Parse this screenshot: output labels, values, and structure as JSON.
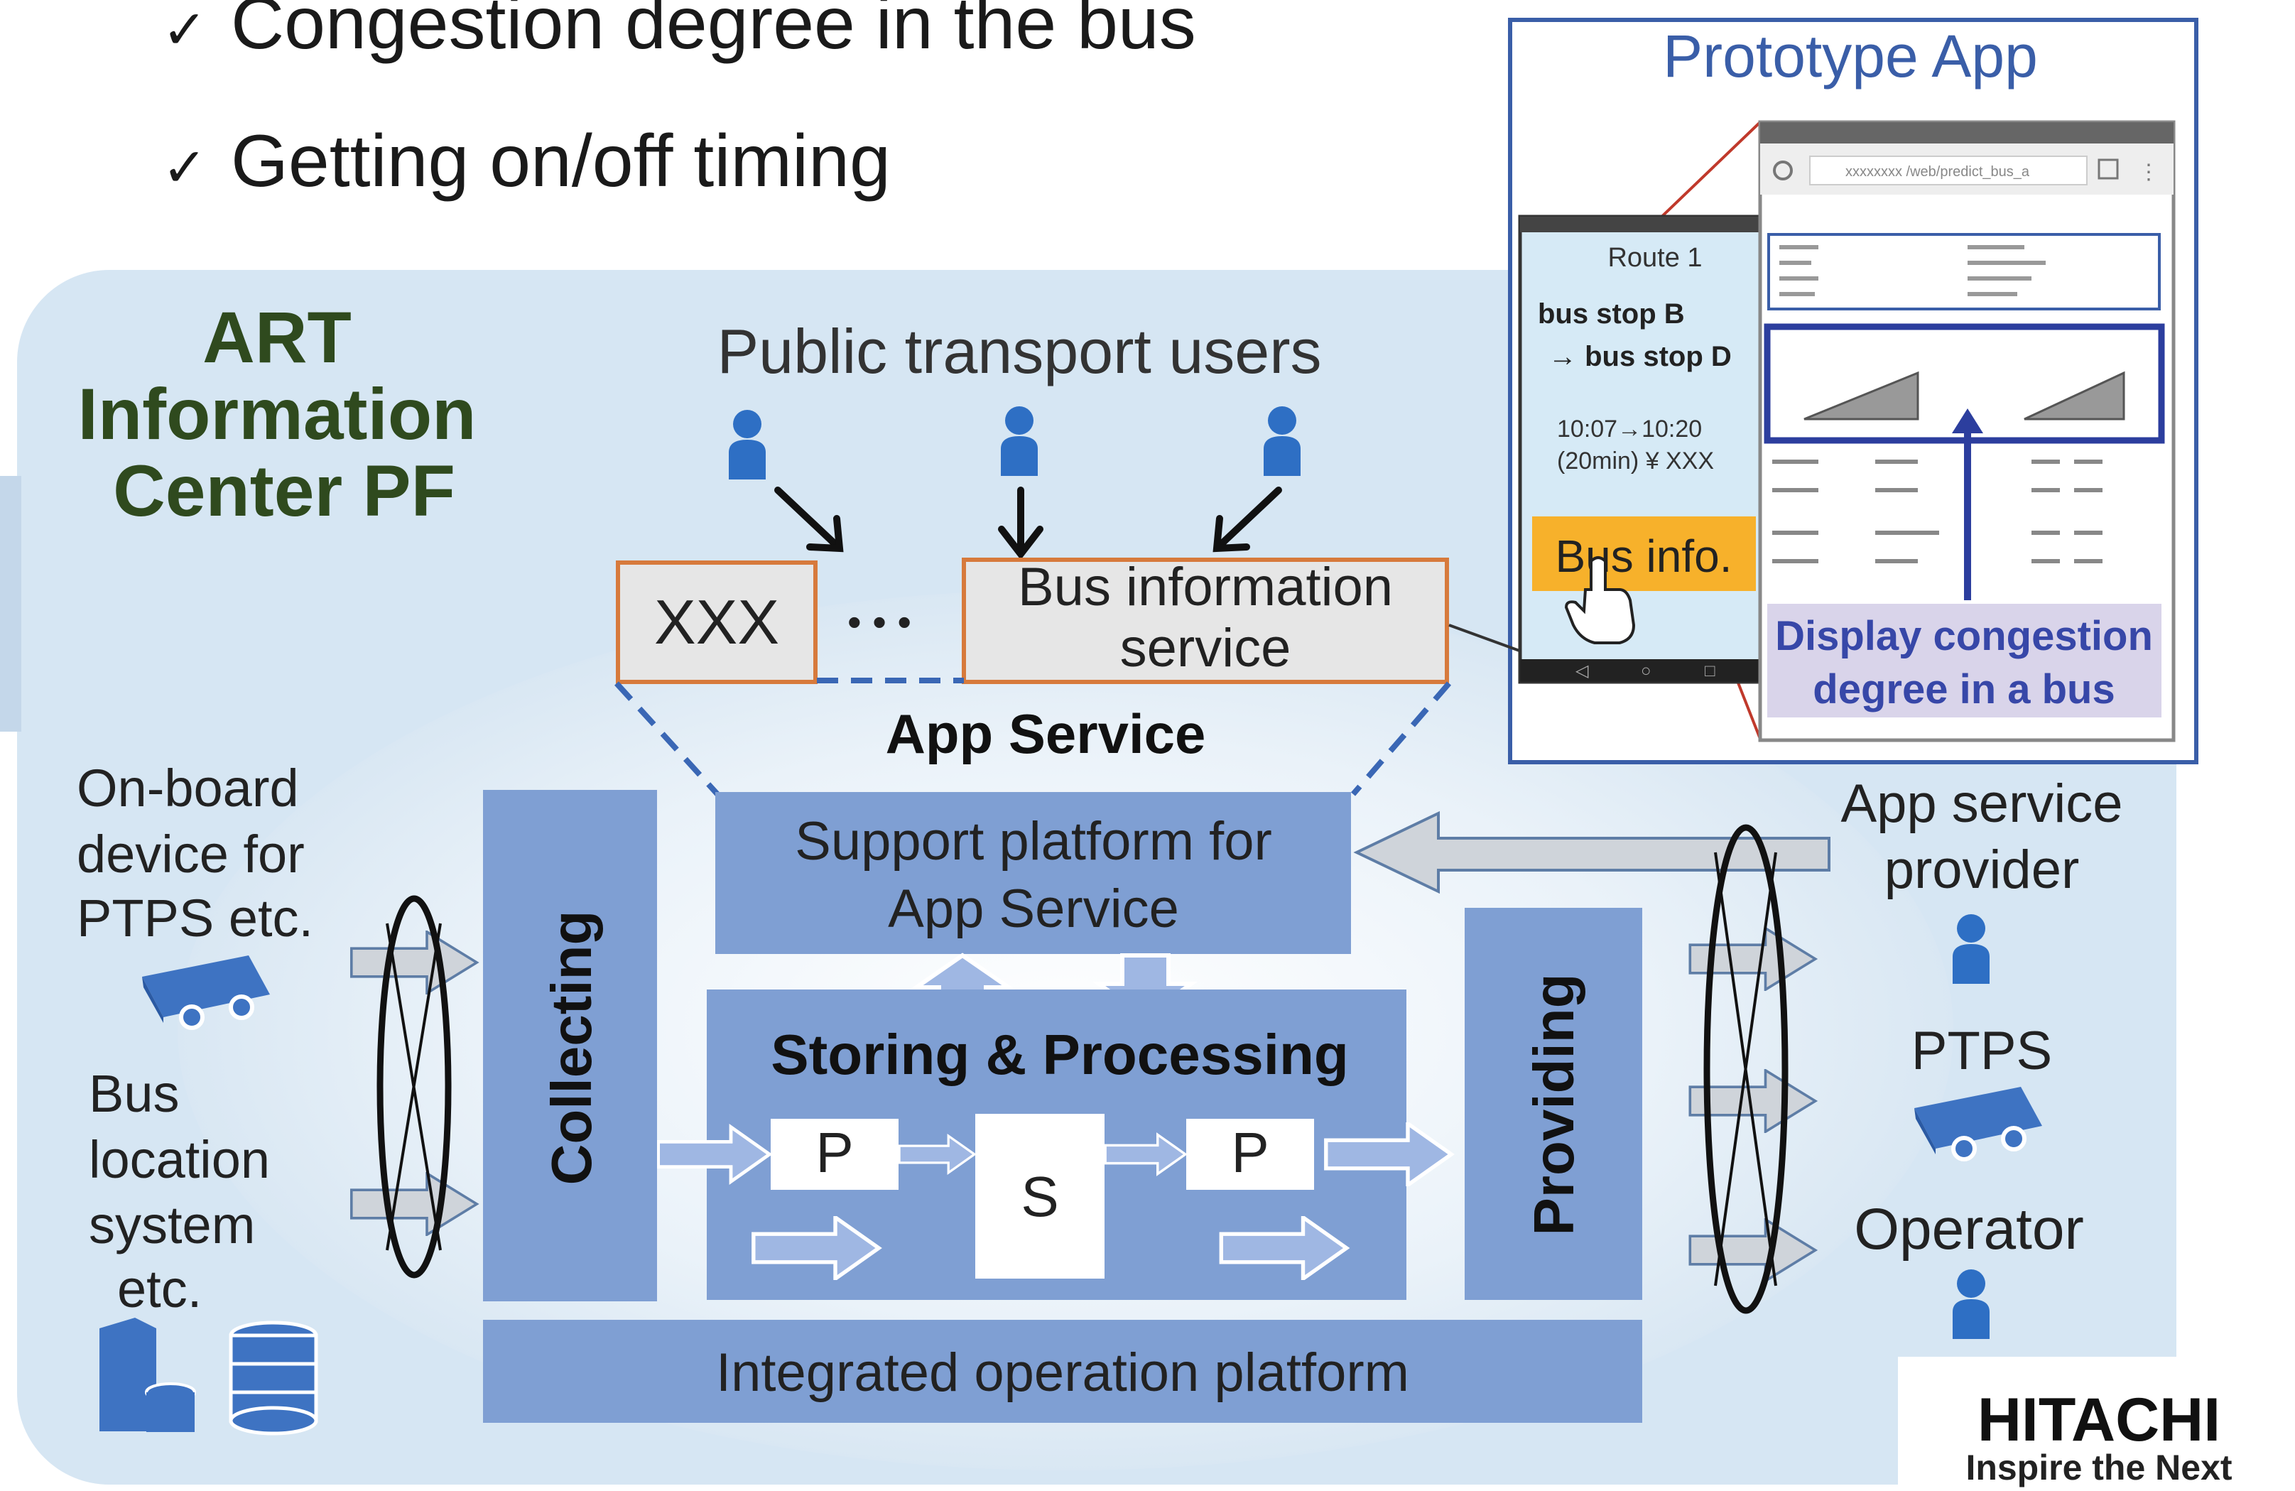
{
  "bullets": [
    "Congestion degree in the bus",
    "Getting on/off timing"
  ],
  "check_glyph": "✓",
  "center": {
    "title_lines": [
      "ART",
      "Information",
      "Center PF"
    ]
  },
  "users": {
    "title": "Public transport users",
    "icon": "person-icon"
  },
  "app_service": {
    "title": "App Service",
    "xxx_label": "XXX",
    "ellipsis": "• • •",
    "bus_info_lines": [
      "Bus information",
      "service"
    ]
  },
  "inputs": {
    "onboard_lines": [
      "On-board",
      "device for",
      "PTPS  etc."
    ],
    "bus_location_lines": [
      "Bus",
      "location",
      "system",
      "etc."
    ]
  },
  "platform": {
    "collecting": "Collecting",
    "support_lines": [
      "Support platform for",
      "App Service"
    ],
    "storing": "Storing & Processing",
    "p_label": "P",
    "s_label": "S",
    "providing": "Providing",
    "integrated": "Integrated  operation  platform"
  },
  "outputs": {
    "app_provider_lines": [
      "App service",
      "provider"
    ],
    "ptps": "PTPS",
    "operator": "Operator"
  },
  "prototype": {
    "title": "Prototype  App",
    "route": "Route 1",
    "stop_b": "bus stop B",
    "stop_d": "→ bus stop D",
    "time": "10:07→10:20",
    "fare": "(20min)  ¥ XXX",
    "bus_info_button": "Bus info.",
    "url": "xxxxxxxx /web/predict_bus_a",
    "display_lines": [
      "Display congestion",
      "degree in a bus"
    ]
  },
  "logo": {
    "brand": "HITACHI",
    "tagline": "Inspire the Next"
  },
  "colors": {
    "panel_bg": "#d6e6f3",
    "box_blue": "#7f9fd3",
    "box_border": "#6b8cc4",
    "dark_green": "#2f4a1e",
    "arrow_gray": "#cdd2d8",
    "person_blue": "#2e6fc4",
    "orange_border": "#d77a3c",
    "yellow_button": "#f7b12b",
    "display_purple": "#3747a8"
  }
}
